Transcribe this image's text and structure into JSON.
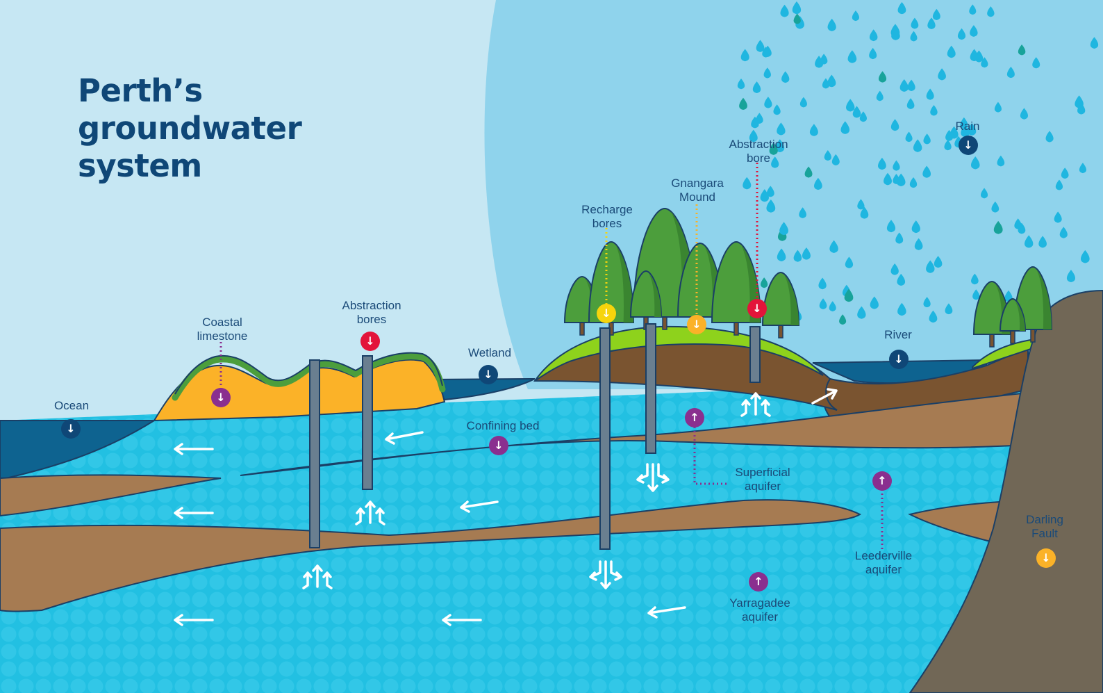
{
  "title": {
    "line1": "Perth’s",
    "line2": "groundwater",
    "line3": "system"
  },
  "labels": {
    "ocean": "Ocean",
    "coastal_limestone": [
      "Coastal",
      "limestone"
    ],
    "abstraction_bores": [
      "Abstraction",
      "bores"
    ],
    "wetland": "Wetland",
    "confining_bed": "Confining bed",
    "recharge_bores": [
      "Recharge",
      "bores"
    ],
    "gnangara_mound": [
      "Gnangara",
      "Mound"
    ],
    "abstraction_bore": [
      "Abstraction",
      "bore"
    ],
    "rain": "Rain",
    "river": "River",
    "superficial_aquifer": [
      "Superficial",
      "aquifer"
    ],
    "leederville_aquifer": [
      "Leederville",
      "aquifer"
    ],
    "yarragadee_aquifer": [
      "Yarragadee",
      "aquifer"
    ],
    "darling_fault": [
      "Darling",
      "Fault"
    ]
  },
  "markers": {
    "down_arrow": "↓",
    "up_arrow": "↑"
  },
  "colors": {
    "sky_left": "#c6e7f3",
    "sky_right": "#8fd3ec",
    "ocean": "#0e6390",
    "aquifer_water": "#22c0e2",
    "clay": "#a67b52",
    "soil": "#7a5430",
    "limestone": "#fbb228",
    "grass": "#8ed21c",
    "tree": "#4c9e3c",
    "fault_rock": "#716756",
    "outline": "#1a3f66",
    "title": "#0f4777",
    "marker_navy": "#0f4777",
    "marker_purple": "#8a2f8f",
    "marker_red": "#e3143a",
    "marker_yellow": "#f6d40c",
    "marker_amber": "#fbb228"
  }
}
